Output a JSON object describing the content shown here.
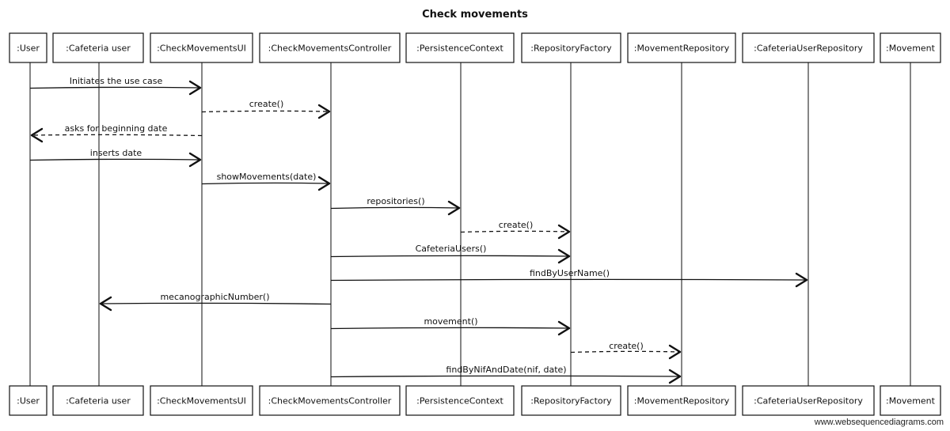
{
  "title": "Check movements",
  "participants": [
    {
      "id": "user",
      "label": ":User"
    },
    {
      "id": "cafeteria-user",
      "label": ":Cafeteria user"
    },
    {
      "id": "check-movements-ui",
      "label": ":CheckMovementsUI"
    },
    {
      "id": "check-movements-controller",
      "label": ":CheckMovementsController"
    },
    {
      "id": "persistence-context",
      "label": ":PersistenceContext"
    },
    {
      "id": "repository-factory",
      "label": ":RepositoryFactory"
    },
    {
      "id": "movement-repository",
      "label": ":MovementRepository"
    },
    {
      "id": "cafeteria-user-repository",
      "label": ":CafeteriaUserRepository"
    },
    {
      "id": "movement",
      "label": ":Movement"
    }
  ],
  "messages": [
    {
      "from": 0,
      "to": 2,
      "label": "Initiates the use case",
      "style": "solid"
    },
    {
      "from": 2,
      "to": 3,
      "label": "create()",
      "style": "dashed"
    },
    {
      "from": 2,
      "to": 0,
      "label": "asks for beginning date",
      "style": "dashed"
    },
    {
      "from": 0,
      "to": 2,
      "label": "inserts date",
      "style": "solid"
    },
    {
      "from": 2,
      "to": 3,
      "label": "showMovements(date)",
      "style": "solid"
    },
    {
      "from": 3,
      "to": 4,
      "label": "repositories()",
      "style": "solid"
    },
    {
      "from": 4,
      "to": 5,
      "label": "create()",
      "style": "dashed"
    },
    {
      "from": 3,
      "to": 5,
      "label": "CafeteriaUsers()",
      "style": "solid"
    },
    {
      "from": 3,
      "to": 7,
      "label": "findByUserName()",
      "style": "solid"
    },
    {
      "from": 3,
      "to": 1,
      "label": "mecanographicNumber()",
      "style": "solid"
    },
    {
      "from": 3,
      "to": 5,
      "label": "movement()",
      "style": "solid"
    },
    {
      "from": 5,
      "to": 6,
      "label": "create()",
      "style": "dashed"
    },
    {
      "from": 3,
      "to": 6,
      "label": "findByNifAndDate(nif, date)",
      "style": "solid"
    }
  ],
  "watermark": "www.websequencediagrams.com"
}
